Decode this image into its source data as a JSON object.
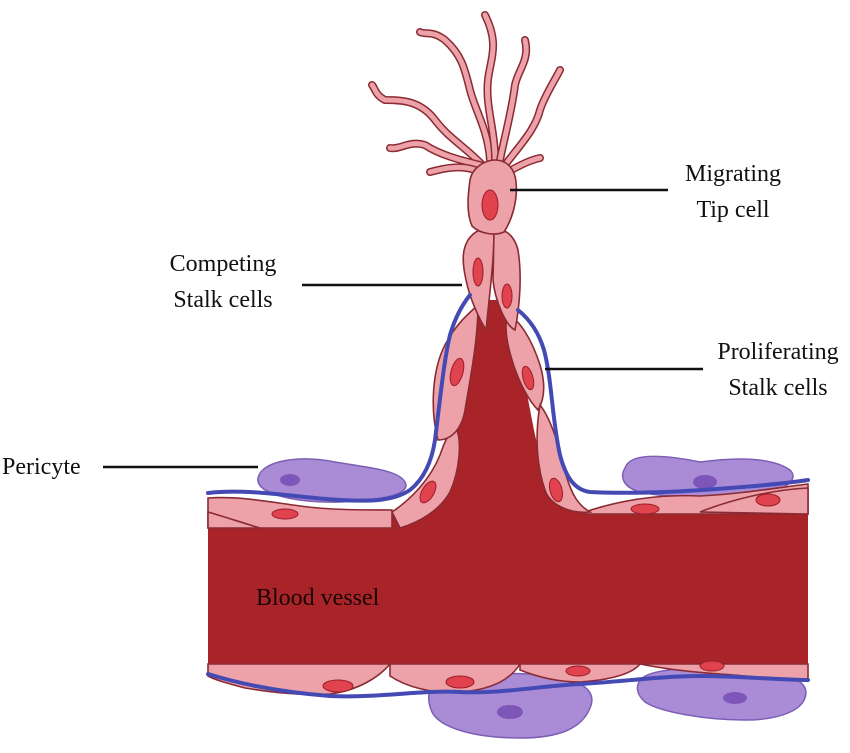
{
  "labels": {
    "tip_cell": [
      "Migrating",
      "Tip cell"
    ],
    "competing_stalk": [
      "Competing",
      "Stalk cells"
    ],
    "proliferating_stalk": [
      "Proliferating",
      "Stalk cells"
    ],
    "pericyte": "Pericyte",
    "blood_vessel": "Blood vessel"
  },
  "colors": {
    "lumen": "#a82428",
    "cell_fill": "#eca2a8",
    "cell_stroke": "#8a2a32",
    "nucleus": "#e0424e",
    "basement_membrane": "#4449b3",
    "pericyte_fill": "#a98bd6",
    "pericyte_nucleus": "#7e55b8",
    "leader_line": "#111111"
  }
}
